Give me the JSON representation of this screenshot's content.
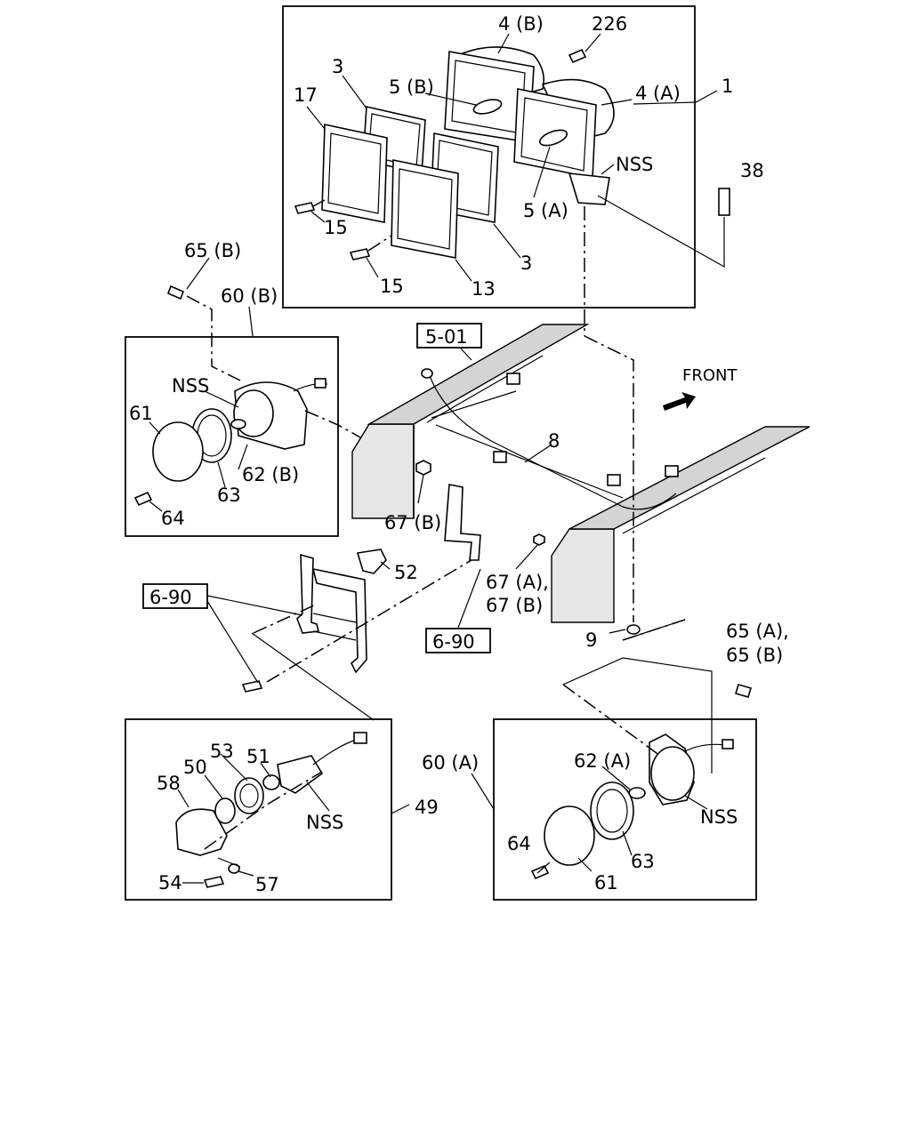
{
  "labels": {
    "p4b": "4 (B)",
    "p226": "226",
    "p3a": "3",
    "p5b": "5 (B)",
    "p4a": "4 (A)",
    "p1": "1",
    "p17": "17",
    "nss_top": "NSS",
    "p38": "38",
    "p5a": "5 (A)",
    "p15a": "15",
    "p3b": "3",
    "p15b": "15",
    "p13": "13",
    "p65b": "65 (B)",
    "p60b": "60 (B)",
    "ref501": "5-01",
    "front": "FRONT",
    "nss_left": "NSS",
    "p61_left": "61",
    "p8": "8",
    "p62b": "62 (B)",
    "p63_left": "63",
    "p64_left": "64",
    "p67b": "67 (B)",
    "p52": "52",
    "ref690a": "6-90",
    "p67a": "67 (A),",
    "p67b2": "67 (B)",
    "ref690b": "6-90",
    "p9": "9",
    "p65a": "65 (A),",
    "p65b2": "65 (B)",
    "p60a": "60 (A)",
    "p53": "53",
    "p51": "51",
    "p50": "50",
    "p58": "58",
    "nss_bottom": "NSS",
    "p49": "49",
    "p54": "54",
    "p57": "57",
    "p62a": "62 (A)",
    "p64_right": "64",
    "nss_right": "NSS",
    "p63_right": "63",
    "p61_right": "61"
  }
}
